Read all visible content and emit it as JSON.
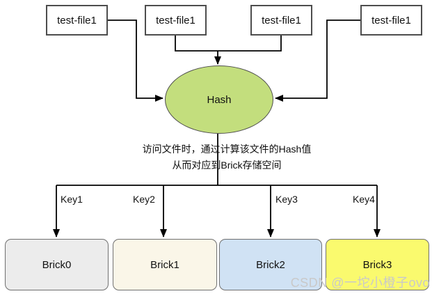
{
  "files": [
    {
      "label": "test-file1"
    },
    {
      "label": "test-file1"
    },
    {
      "label": "test-file1"
    },
    {
      "label": "test-file1"
    }
  ],
  "hash": {
    "label": "Hash",
    "fill": "#c3de7d"
  },
  "caption": {
    "line1": "访问文件时，通过计算该文件的Hash值",
    "line2": "从而对应到Brick存储空间"
  },
  "keys": [
    {
      "label": "Key1"
    },
    {
      "label": "Key2"
    },
    {
      "label": "Key3"
    },
    {
      "label": "Key4"
    }
  ],
  "bricks": [
    {
      "label": "Brick0",
      "fill": "#ececec"
    },
    {
      "label": "Brick1",
      "fill": "#faf6e8"
    },
    {
      "label": "Brick2",
      "fill": "#d0e2f4"
    },
    {
      "label": "Brick3",
      "fill": "#fafa6e"
    }
  ],
  "watermark": {
    "text": "CSDN @一坨小橙子ovo",
    "color": "#c9c9c9"
  },
  "colors": {
    "line": "#000000",
    "file_border": "#4d4d4d",
    "brick_border": "#707070"
  }
}
